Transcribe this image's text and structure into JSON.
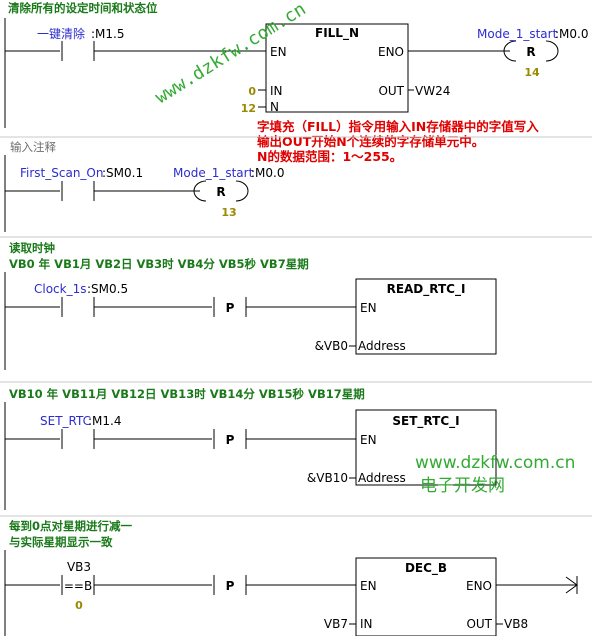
{
  "network1": {
    "comment": "清除所有的设定时间和状态位",
    "contact": {
      "symbol": "一键清除",
      "address": ":M1.5"
    },
    "block": {
      "title": "FILL_N",
      "en": "EN",
      "eno": "ENO",
      "in": "IN",
      "out": "OUT",
      "n": "N",
      "in_value": "0",
      "n_value": "12",
      "out_value": "VW24"
    },
    "coil": {
      "symbol": "Mode_1_start",
      "address": ":M0.0",
      "type": "R",
      "count": "14"
    },
    "note_lines": [
      "字填充（FILL）指令用输入IN存储器中的字值写入",
      "输出OUT开始N个连续的字存储单元中。",
      "N的数据范围：1～255。"
    ]
  },
  "network2": {
    "comment": "输入注释",
    "contact": {
      "symbol": "First_Scan_On",
      "address": ":SM0.1"
    },
    "coil": {
      "symbol": "Mode_1_start",
      "address": ":M0.0",
      "type": "R",
      "count": "13"
    }
  },
  "network3": {
    "comment_line1": "读取时钟",
    "comment_line2": "VB0 年  VB1月  VB2日 VB3时 VB4分  VB5秒 VB7星期",
    "contact": {
      "symbol": "Clock_1s",
      "address": ":SM0.5"
    },
    "edge": "P",
    "block": {
      "title": "READ_RTC_I",
      "en": "EN",
      "param": "Address",
      "param_value": "&VB0"
    }
  },
  "network4": {
    "comment": "VB10 年  VB11月  VB12日 VB13时 VB14分  VB15秒 VB17星期",
    "contact": {
      "symbol": "SET_RTC",
      "address": ":M1.4"
    },
    "edge": "P",
    "block": {
      "title": "SET_RTC_I",
      "en": "EN",
      "param": "Address",
      "param_value": "&VB10"
    }
  },
  "network5": {
    "comment_line1": "每到0点对星期进行减一",
    "comment_line2": "与实际星期显示一致",
    "compare": {
      "operand1": "VB3",
      "op": "==B",
      "operand2": "0"
    },
    "edge": "P",
    "block": {
      "title": "DEC_B",
      "en": "EN",
      "eno": "ENO",
      "in": "IN",
      "out": "OUT",
      "in_value": "VB7",
      "out_value": "VB8"
    }
  },
  "watermark": {
    "rotated": "www.dzkfw.com.cn",
    "site": "www.dzkfw.com.cn",
    "site_name": "电子开发网"
  },
  "colors": {
    "comment": "#1a7a1a",
    "symbol": "#2c2cd0",
    "number": "#9a8a00",
    "note": "#e00000",
    "watermark": "#33aa33"
  }
}
